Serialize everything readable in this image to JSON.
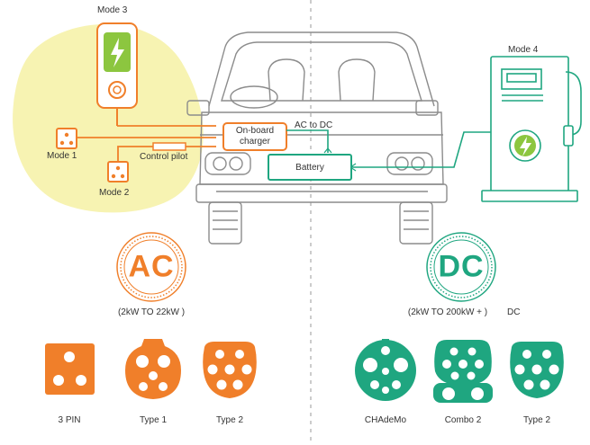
{
  "colors": {
    "ac": "#f07f2a",
    "dc": "#1fa680",
    "highlight": "#f7f3b2",
    "green_bolt": "#8cc63f",
    "outline": "#8c8c8c",
    "text": "#333333"
  },
  "labels": {
    "mode3": "Mode 3",
    "mode4": "Mode 4",
    "mode1": "Mode 1",
    "mode2": "Mode 2",
    "control_pilot": "Control pilot",
    "onboard_line1": "On-board",
    "onboard_line2": "charger",
    "ac_to_dc": "AC to DC",
    "battery": "Battery"
  },
  "ac_badge": {
    "text": "AC",
    "power": "(2kW TO 22kW )"
  },
  "dc_badge": {
    "text": "DC",
    "power": "(2kW TO 200kW + )",
    "suffix": "DC"
  },
  "connectors": [
    {
      "label": "3 PIN",
      "icon": "three-pin-plug-icon",
      "family": "ac"
    },
    {
      "label": "Type 1",
      "icon": "type1-connector-icon",
      "family": "ac"
    },
    {
      "label": "Type 2",
      "icon": "type2-connector-icon",
      "family": "ac"
    },
    {
      "label": "CHAdeMo",
      "icon": "chademo-connector-icon",
      "family": "dc"
    },
    {
      "label": "Combo 2",
      "icon": "combo2-connector-icon",
      "family": "dc"
    },
    {
      "label": "Type 2",
      "icon": "type2-dc-connector-icon",
      "family": "dc"
    }
  ]
}
